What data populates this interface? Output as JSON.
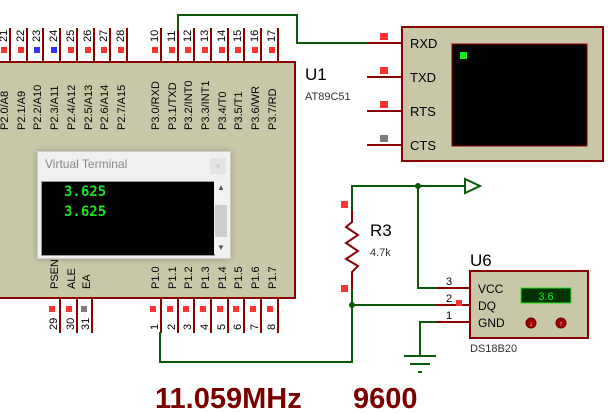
{
  "mcu": {
    "ref": "U1",
    "part": "AT89C51",
    "top_pins": [
      {
        "num": "21",
        "label": "P2.0/A8",
        "state": "red"
      },
      {
        "num": "22",
        "label": "P2.1/A9",
        "state": "red"
      },
      {
        "num": "23",
        "label": "P2.2/A10",
        "state": "blue"
      },
      {
        "num": "24",
        "label": "P2.3/A11",
        "state": "blue"
      },
      {
        "num": "25",
        "label": "P2.4/A12",
        "state": "red"
      },
      {
        "num": "26",
        "label": "P2.5/A13",
        "state": "red"
      },
      {
        "num": "27",
        "label": "P2.6/A14",
        "state": "red"
      },
      {
        "num": "28",
        "label": "P2.7/A15",
        "state": "red"
      },
      {
        "num": "10",
        "label": "P3.0/RXD",
        "state": "red"
      },
      {
        "num": "11",
        "label": "P3.1/TXD",
        "state": "red"
      },
      {
        "num": "12",
        "label": "P3.2/INT0",
        "state": "red"
      },
      {
        "num": "13",
        "label": "P3.3/INT1",
        "state": "red"
      },
      {
        "num": "14",
        "label": "P3.4/T0",
        "state": "red"
      },
      {
        "num": "15",
        "label": "P3.5/T1",
        "state": "red"
      },
      {
        "num": "16",
        "label": "P3.6/WR",
        "state": "red"
      },
      {
        "num": "17",
        "label": "P3.7/RD",
        "state": "red"
      }
    ],
    "bottom_pins": [
      {
        "num": "29",
        "label": "PSEN",
        "state": "red"
      },
      {
        "num": "30",
        "label": "ALE",
        "state": "red"
      },
      {
        "num": "31",
        "label": "EA",
        "state": "gray"
      },
      {
        "num": "1",
        "label": "P1.0",
        "state": "red"
      },
      {
        "num": "2",
        "label": "P1.1",
        "state": "red"
      },
      {
        "num": "3",
        "label": "P1.2",
        "state": "red"
      },
      {
        "num": "4",
        "label": "P1.3",
        "state": "red"
      },
      {
        "num": "5",
        "label": "P1.4",
        "state": "red"
      },
      {
        "num": "6",
        "label": "P1.5",
        "state": "red"
      },
      {
        "num": "7",
        "label": "P1.6",
        "state": "red"
      },
      {
        "num": "8",
        "label": "P1.7",
        "state": "red"
      }
    ]
  },
  "virtual_terminal_window": {
    "title": "Virtual Terminal",
    "close": "×",
    "lines": [
      "3.625",
      "3.625"
    ]
  },
  "terminal_symbol": {
    "pins": [
      {
        "label": "RXD",
        "state": "red"
      },
      {
        "label": "TXD",
        "state": "red"
      },
      {
        "label": "RTS",
        "state": "red"
      },
      {
        "label": "CTS",
        "state": "gray"
      }
    ]
  },
  "resistor": {
    "ref": "R3",
    "value": "4.7k"
  },
  "sensor": {
    "ref": "U6",
    "part": "DS18B20",
    "display": "3.6",
    "pins": [
      {
        "num": "3",
        "label": "VCC"
      },
      {
        "num": "2",
        "label": "DQ"
      },
      {
        "num": "1",
        "label": "GND"
      }
    ]
  },
  "footer": {
    "crystal": "11.059MHz",
    "baud": "9600"
  },
  "colors": {
    "wire": "#0b5a0b",
    "pin": "#8b0000",
    "body": "#c8c8a8",
    "red_state": "#ff3333",
    "blue_state": "#3333ff",
    "gray_state": "#808080",
    "lcd_green": "#19e619",
    "label_text": "#7a0000"
  }
}
